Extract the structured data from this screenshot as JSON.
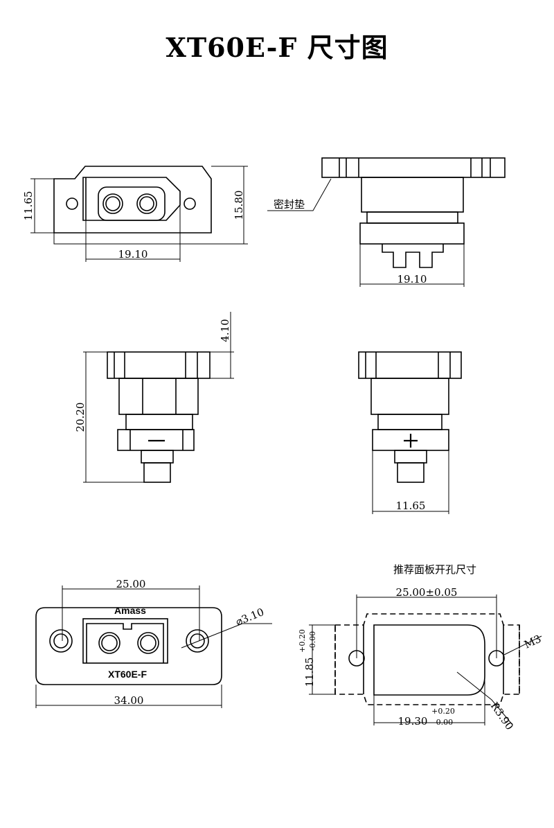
{
  "title": "XT60E-F 尺寸图",
  "views": {
    "front": {
      "height_left": "11.65",
      "height_right": "15.80",
      "width_bottom": "19.10"
    },
    "side": {
      "gasket_label": "密封垫",
      "width_bottom": "19.10"
    },
    "minus_view": {
      "top_height": "4.10",
      "total_height": "20.20",
      "polarity": "−"
    },
    "plus_view": {
      "width_bottom": "11.65",
      "polarity": "+"
    },
    "top_view": {
      "hole_spacing": "25.00",
      "hole_diameter": "⌀3.10",
      "overall_width": "34.00",
      "brand": "Amass",
      "model": "XT60E-F"
    },
    "panel_cutout": {
      "heading": "推荐面板开孔尺寸",
      "hole_spacing": "25.00±0.05",
      "height": "11.85",
      "height_tol_plus": "+0.20",
      "height_tol_minus": "-0.00",
      "width": "19.30",
      "width_tol_plus": "+0.20",
      "width_tol_minus": "-0.00",
      "screw": "M3",
      "radius": "R3.90"
    }
  }
}
